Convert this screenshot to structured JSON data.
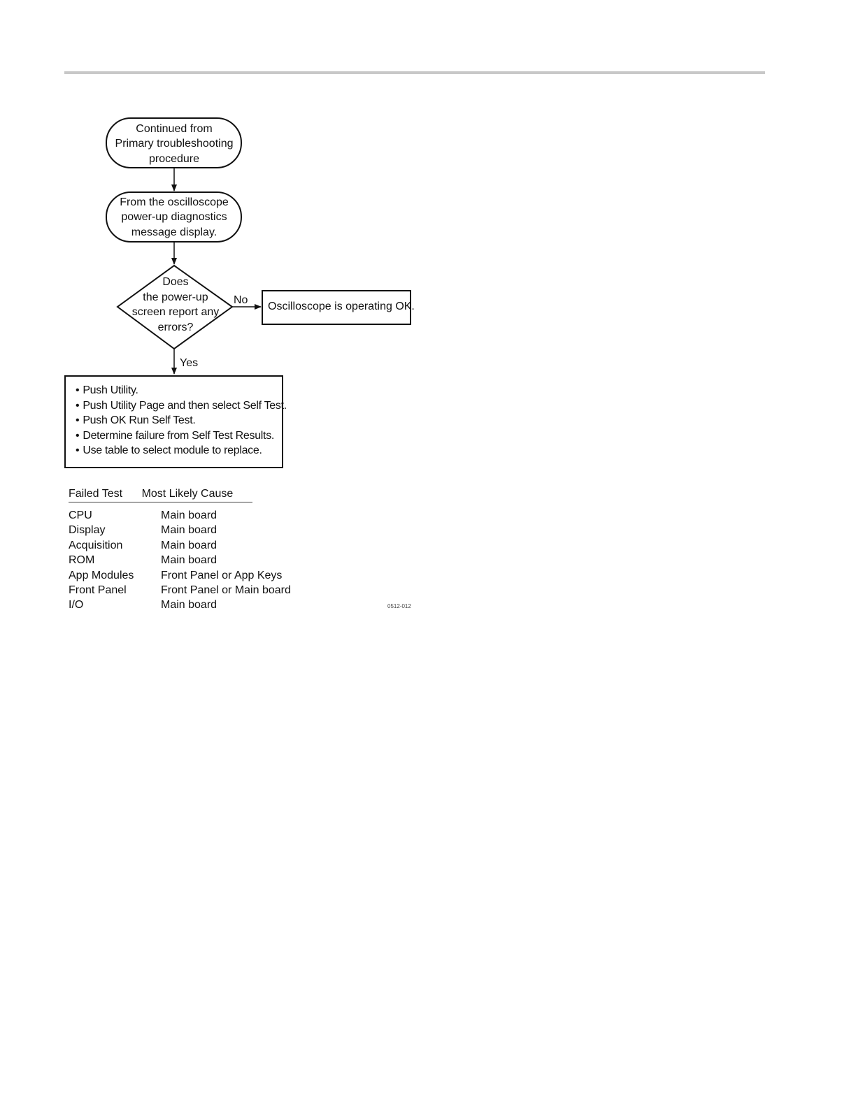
{
  "flowchart": {
    "start": [
      "Continued from",
      "Primary troubleshooting",
      "procedure"
    ],
    "source": [
      "From the oscilloscope",
      "power-up diagnostics",
      "message display."
    ],
    "decision": [
      "Does",
      "the power-up",
      "screen report any",
      "errors?"
    ],
    "no_label": "No",
    "yes_label": "Yes",
    "ok_result": "Oscilloscope is operating OK.",
    "steps": [
      "Push Utility.",
      "Push Utility Page and then select Self Test.",
      "Push OK Run Self Test.",
      "Determine failure from Self Test Results.",
      "Use table to select module to replace."
    ]
  },
  "table": {
    "headers": [
      "Failed Test",
      "Most Likely Cause"
    ],
    "rows": [
      [
        "CPU",
        "Main board"
      ],
      [
        "Display",
        "Main board"
      ],
      [
        "Acquisition",
        "Main board"
      ],
      [
        "ROM",
        "Main board"
      ],
      [
        "App Modules",
        "Front Panel or App Keys"
      ],
      [
        "Front Panel",
        "Front Panel or Main board"
      ],
      [
        "I/O",
        "Main board"
      ]
    ]
  },
  "figure_id": "0512-012"
}
